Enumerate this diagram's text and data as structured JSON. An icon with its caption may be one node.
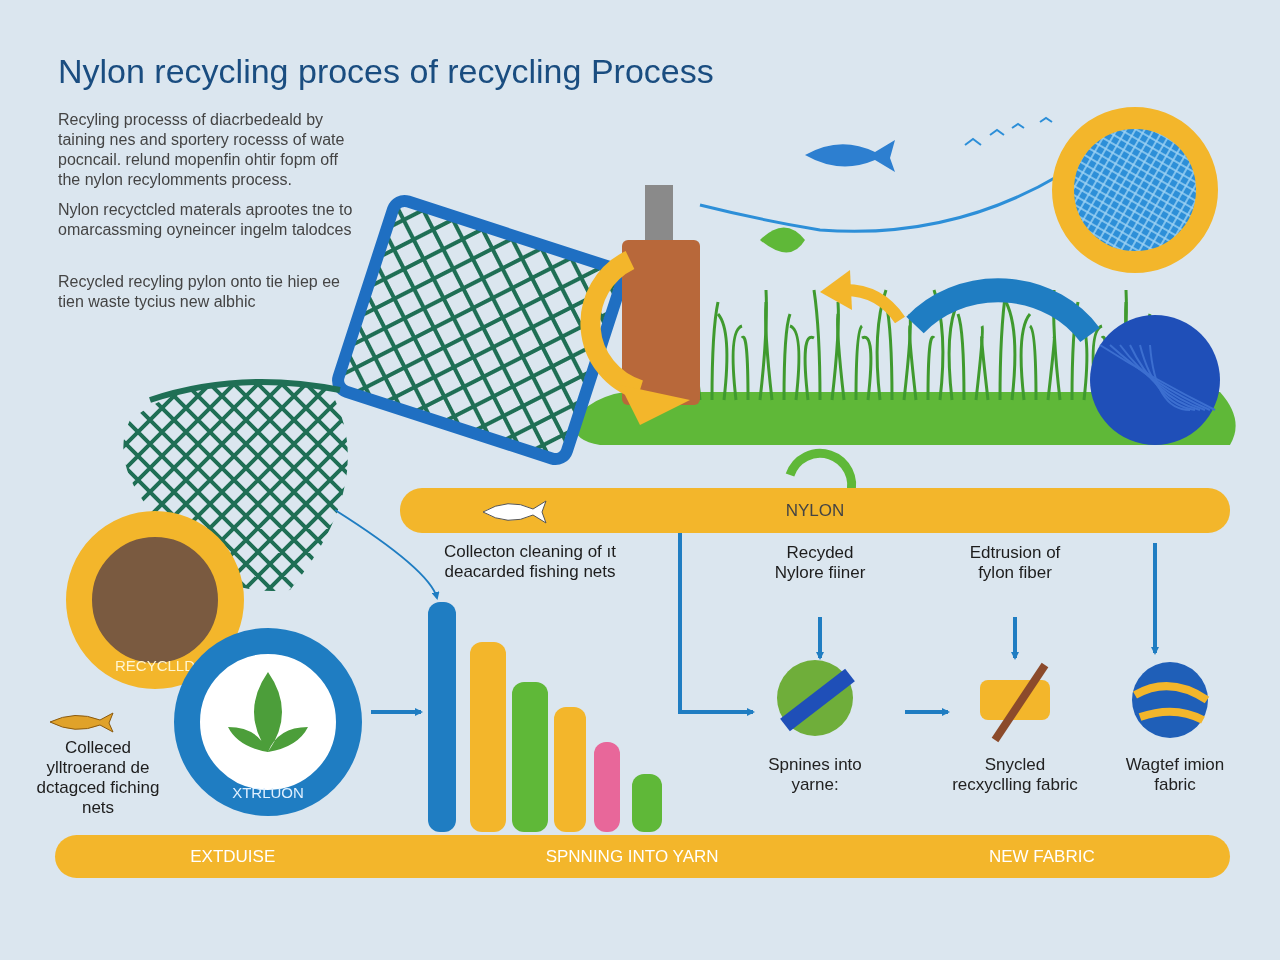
{
  "diagram": {
    "title": "Nylon recycling proces of recycling Process",
    "nodes": [
      {
        "text": [
          "RECYCLLD"
        ]
      },
      {
        "text": [
          "XTRLUON"
        ]
      },
      {
        "text": [
          "Colleced ylltroerand de dctagced fiching nets"
        ]
      },
      {
        "text": [],
        "shape": "bar"
      },
      {
        "text": [
          "Collecton cleaning of ıt deacarded fishing nets"
        ]
      },
      {
        "text": [
          "NYLON"
        ]
      },
      {
        "text": [
          "Recyded Nylore fiiner"
        ]
      },
      {
        "text": [
          "Edtrusion of fylon fiber"
        ]
      },
      {
        "text": [
          "Spnines into yarne:"
        ]
      },
      {
        "text": [
          "Snycled recxyclling fabric"
        ]
      },
      {
        "text": [
          "Wagtef imion fabric"
        ]
      },
      {
        "text": [
          "EXTDUISE",
          "SPNNING INTO YARN",
          "NEW FABRIC"
        ]
      },
      {
        "text": [],
        "shape": "picture"
      }
    ],
    "edges": [
      {
        "from": 1,
        "to": 3,
        "arrow": "to"
      },
      {
        "from": 12,
        "to": 3,
        "arrow": "to"
      },
      {
        "from": 5,
        "to": 8,
        "arrow": "to"
      },
      {
        "from": 6,
        "to": 8,
        "arrow": "to"
      },
      {
        "from": 8,
        "to": 9,
        "arrow": "to"
      },
      {
        "from": 7,
        "to": 9,
        "arrow": "to"
      },
      {
        "from": 5,
        "to": 10,
        "arrow": "to"
      }
    ],
    "labels": [
      "Recyling processs of diacrbedeald by taining nes and sportery rocesss of wate pocncail. relund mopenfin ohtir fopm off the nylon recylomments process.",
      "Nylon recyctcled materals aprootes tne to omarcassming oyneincer ingelm talodces",
      "Recycled recyling pylon onto tie hiep ee tien waste tycius new albhic"
    ]
  }
}
